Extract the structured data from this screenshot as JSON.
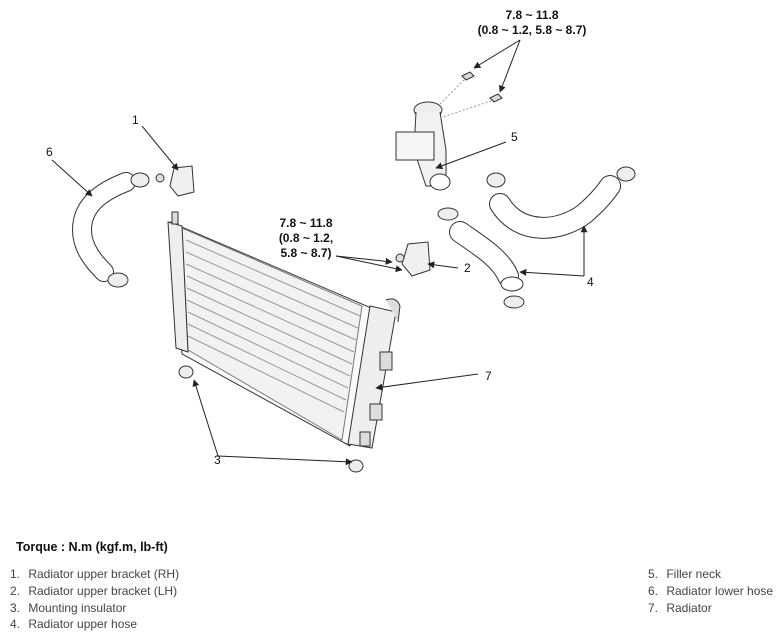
{
  "torque_labels": {
    "filler_neck_bolts": [
      "7.8 ~ 11.8",
      "(0.8 ~ 1.2, 5.8 ~ 8.7)"
    ],
    "bracket_bolts": [
      "7.8 ~ 11.8",
      "(0.8 ~ 1.2,",
      "5.8 ~ 8.7)"
    ]
  },
  "callouts": {
    "c1": "1",
    "c2": "2",
    "c3": "3",
    "c4": "4",
    "c5": "5",
    "c6": "6",
    "c7": "7"
  },
  "torque_header": "Torque : N.m (kgf.m, lb-ft)",
  "legend": [
    {
      "num": "1.",
      "label": "Radiator upper bracket (RH)"
    },
    {
      "num": "2.",
      "label": "Radiator upper bracket (LH)"
    },
    {
      "num": "3.",
      "label": "Mounting insulator"
    },
    {
      "num": "4.",
      "label": "Radiator upper hose"
    },
    {
      "num": "5.",
      "label": "Filler neck"
    },
    {
      "num": "6.",
      "label": "Radiator lower hose"
    },
    {
      "num": "7.",
      "label": "Radiator"
    }
  ]
}
